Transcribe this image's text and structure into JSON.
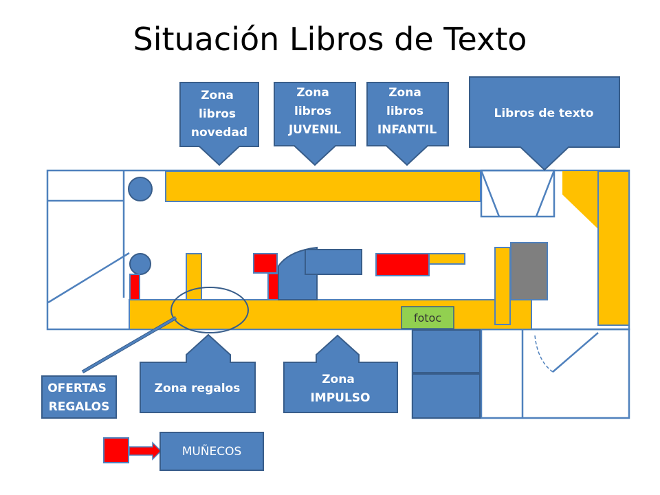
{
  "title": "Situación Libros de Texto",
  "colors": {
    "callout_fill": "#4f81bd",
    "callout_stroke": "#385d8a",
    "shelf_yellow": "#ffc000",
    "red": "#ff0000",
    "gray": "#7f7f7f",
    "green": "#92d050",
    "wall": "#4f81bd"
  },
  "callouts": {
    "novedad": [
      "Zona",
      "libros",
      "novedad"
    ],
    "juvenil": [
      "Zona",
      "libros",
      "JUVENIL"
    ],
    "infantil": [
      "Zona",
      "libros",
      "INFANTIL"
    ],
    "texto": [
      "Libros de texto"
    ],
    "regalos": [
      "Zona regalos"
    ],
    "impulso": [
      "Zona",
      "IMPULSO"
    ],
    "ofertas": [
      "OFERTAS",
      "REGALOS"
    ]
  },
  "fotoc_label": "fotoc",
  "legend": {
    "label": "MUÑECOS"
  }
}
